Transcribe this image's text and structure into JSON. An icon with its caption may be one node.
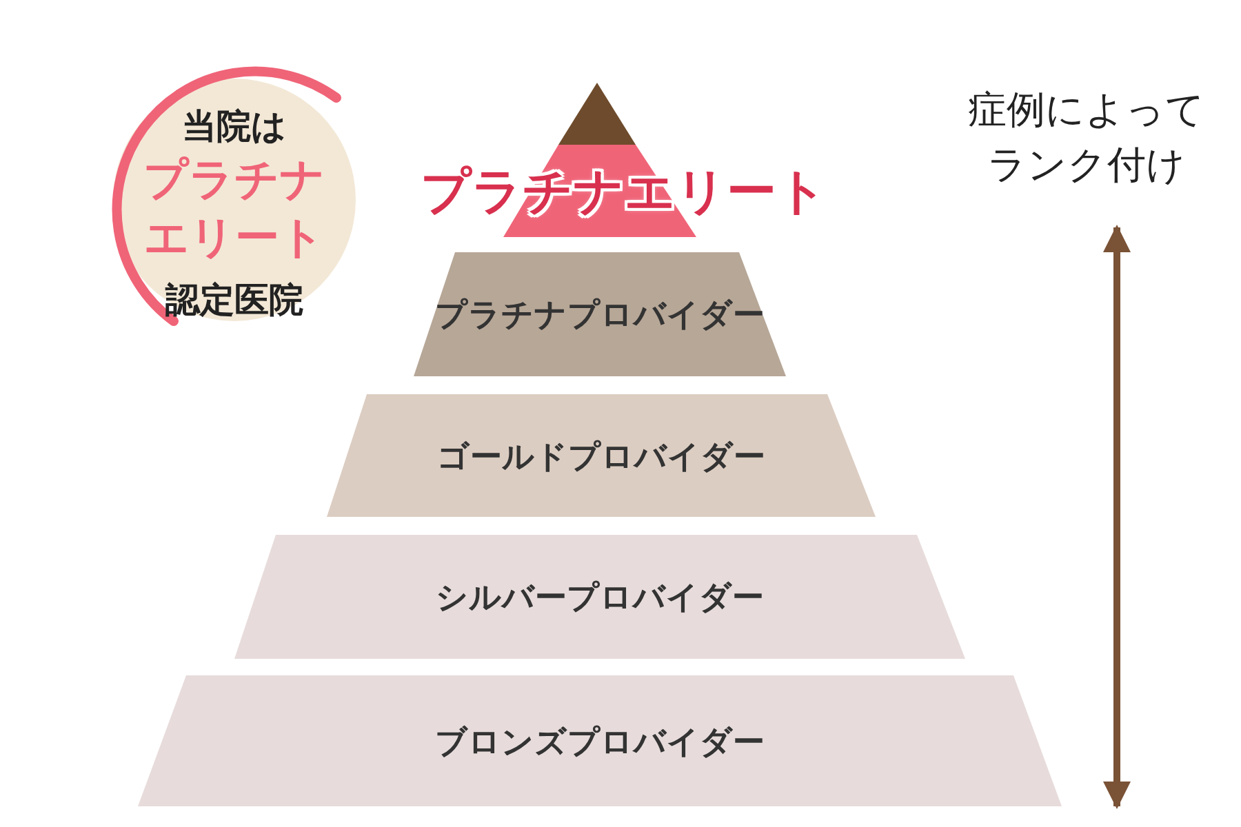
{
  "diagram": {
    "nodes": [
      {
        "text": [
          "当院は",
          "プラチナエリート",
          "認定医院"
        ]
      },
      {
        "text": [],
        "shape": "triangle"
      },
      {
        "text": [
          "プラチナエリート"
        ]
      },
      {
        "text": [
          "プラチナプロバイダー"
        ]
      },
      {
        "text": [
          "ゴールドプロバイダー"
        ]
      },
      {
        "text": [
          "シルバープロバイダー"
        ]
      },
      {
        "text": [
          "ブロンズプロバイダー"
        ]
      }
    ],
    "labels": [
      "症例によってランク付け"
    ]
  }
}
